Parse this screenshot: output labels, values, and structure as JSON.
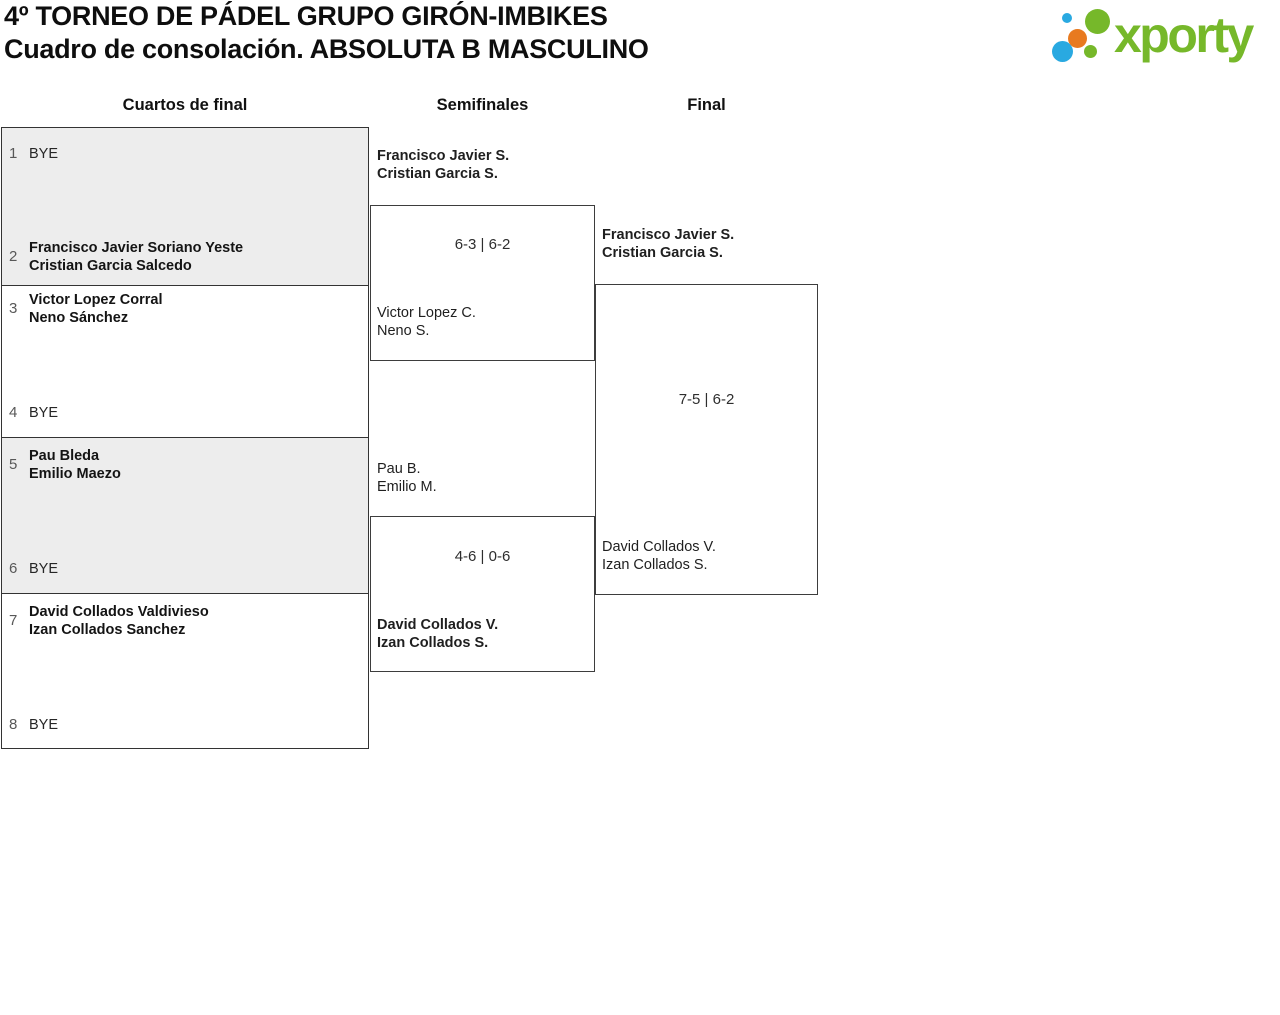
{
  "header": {
    "title_line1": "4º TORNEO DE PÁDEL GRUPO GIRÓN-IMBIKES",
    "title_line2": "Cuadro de consolación. ABSOLUTA B MASCULINO",
    "logo_text": "xporty"
  },
  "rounds": {
    "quarterfinals": "Cuartos de final",
    "semifinals": "Semifinales",
    "final": "Final"
  },
  "quarterfinals": [
    {
      "top_seed": "1",
      "top_lines": [
        "BYE"
      ],
      "bottom_seed": "2",
      "bottom_lines": [
        "Francisco Javier Soriano Yeste",
        "Cristian Garcia Salcedo"
      ]
    },
    {
      "top_seed": "3",
      "top_lines": [
        "Victor Lopez Corral",
        "Neno Sánchez"
      ],
      "bottom_seed": "4",
      "bottom_lines": [
        "BYE"
      ]
    },
    {
      "top_seed": "5",
      "top_lines": [
        "Pau Bleda",
        "Emilio Maezo"
      ],
      "bottom_seed": "6",
      "bottom_lines": [
        "BYE"
      ]
    },
    {
      "top_seed": "7",
      "top_lines": [
        "David Collados Valdivieso",
        "Izan Collados Sanchez"
      ],
      "bottom_seed": "8",
      "bottom_lines": [
        "BYE"
      ]
    }
  ],
  "semifinals": [
    {
      "top_lines": [
        "Francisco Javier S.",
        "Cristian Garcia S."
      ],
      "top_winner": true,
      "score": "6-3 | 6-2",
      "bottom_lines": [
        "Victor Lopez C.",
        "Neno S."
      ],
      "bottom_winner": false
    },
    {
      "top_lines": [
        "Pau B.",
        "Emilio M."
      ],
      "top_winner": false,
      "score": "4-6 | 0-6",
      "bottom_lines": [
        "David Collados V.",
        "Izan Collados S."
      ],
      "bottom_winner": true
    }
  ],
  "final": {
    "top_lines": [
      "Francisco Javier S.",
      "Cristian Garcia S."
    ],
    "top_winner": true,
    "score": "7-5 | 6-2",
    "bottom_lines": [
      "David Collados V.",
      "Izan Collados S."
    ],
    "bottom_winner": false
  },
  "colors": {
    "logo_green": "#76b82a",
    "logo_blue": "#29a9e1",
    "logo_orange": "#e87a1f",
    "shaded_box_bg": "#ededed",
    "box_border": "#333333"
  }
}
